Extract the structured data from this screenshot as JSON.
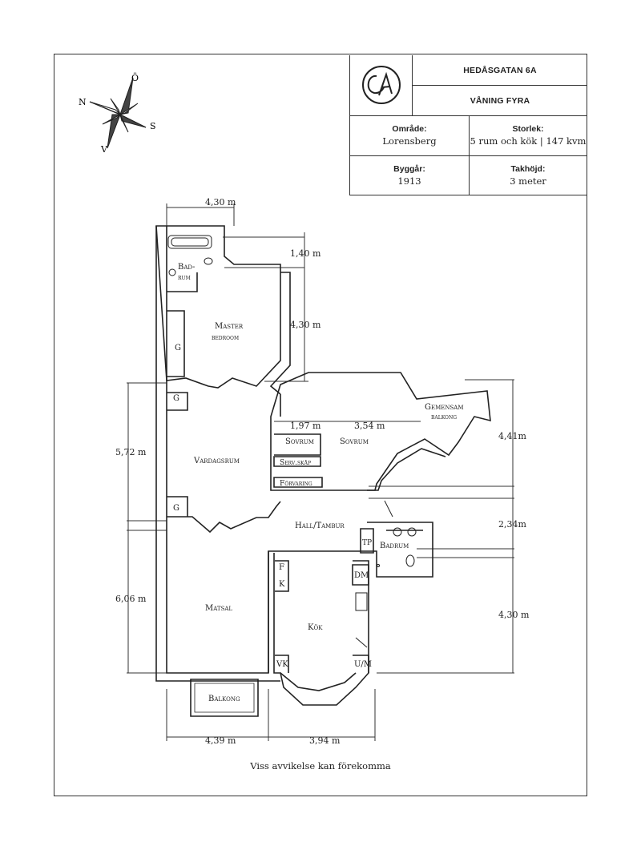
{
  "info": {
    "logo_letters": "CA",
    "address": "HEDÅSGATAN 6A",
    "floor": "VÅNING FYRA",
    "area": {
      "label": "Område:",
      "value": "Lorensberg"
    },
    "size": {
      "label": "Storlek:",
      "value": "5 rum och kök | 147 kvm"
    },
    "built": {
      "label": "Byggår:",
      "value": "1913"
    },
    "ceiling": {
      "label": "Takhöjd:",
      "value": "3 meter"
    }
  },
  "compass": {
    "north": "N",
    "east": "Ö",
    "south": "S",
    "west": "V"
  },
  "dimensions": {
    "top_width": "4,30 m",
    "d_1_40": "1,40 m",
    "d_4_30_upper": "4,30 m",
    "d_5_72": "5,72 m",
    "d_1_97": "1,97 m",
    "d_3_54": "3,54 m",
    "d_4_41": "4,41m",
    "d_2_34": "2,34m",
    "d_6_06": "6,06 m",
    "d_4_30_lower": "4,30 m",
    "bottom_left": "4,39 m",
    "bottom_right": "3,94 m"
  },
  "rooms": {
    "bad_line1": "Bad-",
    "bad_line2": "rum",
    "master_line1": "Master",
    "master_line2": "bedroom",
    "wardrobe_g": "G",
    "vardagsrum": "Vardagsrum",
    "sovrum_small": "Sovrum",
    "sovrum_large": "Sovrum",
    "serv_skap": "Serv.skåp",
    "forvaring": "Förvaring",
    "gemensam_line1": "Gemensam",
    "gemensam_line2": "balkong",
    "hall": "Hall/Tambur",
    "tp": "TP",
    "badrum": "Badrum",
    "matsal": "Matsal",
    "kok": "Kök",
    "f": "F",
    "k": "K",
    "dm": "DM",
    "vk": "VK",
    "um": "U/M",
    "balkong": "Balkong"
  },
  "footer": "Viss avvikelse kan förekomma",
  "colors": {
    "ink": "#333333",
    "background": "#ffffff"
  }
}
